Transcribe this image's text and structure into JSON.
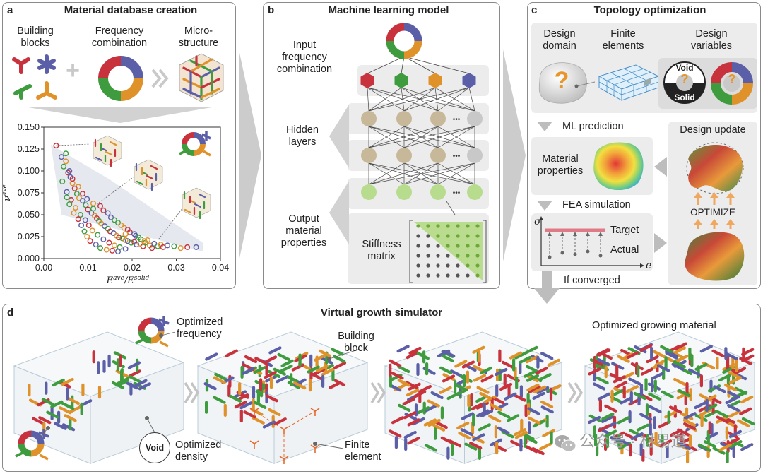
{
  "panel_a": {
    "letter": "a",
    "title": "Material database creation",
    "building_blocks": "Building\nblocks",
    "frequency_combination": "Frequency\ncombination",
    "microstructure": "Micro-\nstructure",
    "plus": "+",
    "chart_data": {
      "type": "scatter",
      "title": "",
      "xlabel_main": "E",
      "xlabel_sup1": "ave",
      "xlabel_sep": "/E",
      "xlabel_sup2": "solid",
      "ylabel_main": "ν",
      "ylabel_sup": "ave",
      "xlim": [
        0.0,
        0.04
      ],
      "ylim": [
        0.0,
        0.15
      ],
      "x_ticks": [
        "0.00",
        "0.01",
        "0.02",
        "0.03",
        "0.04"
      ],
      "y_ticks": [
        "0.000",
        "0.025",
        "0.050",
        "0.075",
        "0.100",
        "0.125",
        "0.150"
      ],
      "points": [
        [
          0.0028,
          0.129
        ],
        [
          0.004,
          0.116
        ],
        [
          0.0045,
          0.105
        ],
        [
          0.005,
          0.111
        ],
        [
          0.0055,
          0.098
        ],
        [
          0.006,
          0.093
        ],
        [
          0.0042,
          0.088
        ],
        [
          0.0065,
          0.086
        ],
        [
          0.007,
          0.08
        ],
        [
          0.0052,
          0.076
        ],
        [
          0.0075,
          0.074
        ],
        [
          0.008,
          0.069
        ],
        [
          0.0062,
          0.067
        ],
        [
          0.0088,
          0.066
        ],
        [
          0.0095,
          0.061
        ],
        [
          0.0072,
          0.058
        ],
        [
          0.01,
          0.056
        ],
        [
          0.0108,
          0.052
        ],
        [
          0.0083,
          0.05
        ],
        [
          0.0115,
          0.049
        ],
        [
          0.012,
          0.046
        ],
        [
          0.0094,
          0.044
        ],
        [
          0.0125,
          0.043
        ],
        [
          0.013,
          0.04
        ],
        [
          0.0102,
          0.038
        ],
        [
          0.0138,
          0.037
        ],
        [
          0.0145,
          0.034
        ],
        [
          0.011,
          0.032
        ],
        [
          0.015,
          0.031
        ],
        [
          0.0158,
          0.029
        ],
        [
          0.0122,
          0.027
        ],
        [
          0.0165,
          0.026
        ],
        [
          0.017,
          0.024
        ],
        [
          0.0135,
          0.022
        ],
        [
          0.0178,
          0.023
        ],
        [
          0.0185,
          0.021
        ],
        [
          0.0148,
          0.018
        ],
        [
          0.019,
          0.02
        ],
        [
          0.0198,
          0.018
        ],
        [
          0.016,
          0.015
        ],
        [
          0.0205,
          0.019
        ],
        [
          0.021,
          0.016
        ],
        [
          0.0172,
          0.013
        ],
        [
          0.0218,
          0.017
        ],
        [
          0.0225,
          0.014
        ],
        [
          0.0185,
          0.011
        ],
        [
          0.023,
          0.018
        ],
        [
          0.024,
          0.015
        ],
        [
          0.0245,
          0.012
        ],
        [
          0.025,
          0.017
        ],
        [
          0.0258,
          0.014
        ],
        [
          0.0265,
          0.016
        ],
        [
          0.027,
          0.013
        ],
        [
          0.028,
          0.015
        ],
        [
          0.0295,
          0.014
        ],
        [
          0.031,
          0.012
        ],
        [
          0.0325,
          0.013
        ],
        [
          0.0345,
          0.013
        ],
        [
          0.0058,
          0.062
        ],
        [
          0.0068,
          0.052
        ],
        [
          0.0078,
          0.045
        ],
        [
          0.0085,
          0.038
        ],
        [
          0.0092,
          0.031
        ],
        [
          0.0098,
          0.025
        ],
        [
          0.0105,
          0.02
        ],
        [
          0.0118,
          0.016
        ],
        [
          0.0128,
          0.012
        ],
        [
          0.0142,
          0.01
        ],
        [
          0.0155,
          0.009
        ],
        [
          0.0168,
          0.008
        ],
        [
          0.0052,
          0.07
        ],
        [
          0.0112,
          0.063
        ],
        [
          0.0135,
          0.055
        ],
        [
          0.0152,
          0.047
        ],
        [
          0.0168,
          0.041
        ],
        [
          0.0182,
          0.035
        ],
        [
          0.0195,
          0.03
        ],
        [
          0.0208,
          0.026
        ],
        [
          0.022,
          0.022
        ],
        [
          0.0235,
          0.021
        ],
        [
          0.0128,
          0.06
        ],
        [
          0.0145,
          0.052
        ],
        [
          0.016,
          0.044
        ],
        [
          0.0175,
          0.038
        ],
        [
          0.019,
          0.033
        ],
        [
          0.0205,
          0.028
        ],
        [
          0.0215,
          0.024
        ],
        [
          0.0228,
          0.02
        ],
        [
          0.0088,
          0.074
        ],
        [
          0.0098,
          0.068
        ],
        [
          0.0112,
          0.057
        ],
        [
          0.0078,
          0.082
        ],
        [
          0.0065,
          0.091
        ],
        [
          0.0058,
          0.1
        ],
        [
          0.005,
          0.12
        ],
        [
          0.0185,
          0.028
        ]
      ]
    }
  },
  "panel_b": {
    "letter": "b",
    "title": "Machine learning model",
    "input_label": "Input\nfrequency\ncombination",
    "hidden_label": "Hidden\nlayers",
    "output_label": "Output\nmaterial\nproperties",
    "stiffness_label": "Stiffness\nmatrix",
    "ellipsis": "•••"
  },
  "panel_c": {
    "letter": "c",
    "title": "Topology optimization",
    "design_domain": "Design\ndomain",
    "finite_elements": "Finite\nelements",
    "design_variables": "Design\nvariables",
    "void": "Void",
    "solid": "Solid",
    "question": "?",
    "ml_prediction": "ML prediction",
    "material_properties": "Material\nproperties",
    "design_update": "Design update",
    "fea_simulation": "FEA simulation",
    "optimize": "OPTIMIZE",
    "sigma": "σ",
    "e_axis": "e",
    "target": "Target",
    "actual": "Actual",
    "if_converged": "If converged"
  },
  "panel_d": {
    "letter": "d",
    "title": "Virtual growth simulator",
    "optimized_frequency": "Optimized\nfrequency",
    "building_block": "Building\nblock",
    "optimized_density": "Optimized\ndensity",
    "void": "Void",
    "finite_element": "Finite\nelement",
    "optimized_growing_material": "Optimized growing material"
  },
  "watermark": "公众号 · 材易道",
  "colors": {
    "red": "#c8323c",
    "purple": "#5b5fa8",
    "green": "#3e9c3e",
    "orange": "#e0922a",
    "node_tan": "#c8b89a",
    "node_grey": "#c8c8c8",
    "node_green": "#b7dc8e",
    "arrow_grey": "#c9c9c9",
    "matrix_green": "#b9dc8f"
  }
}
